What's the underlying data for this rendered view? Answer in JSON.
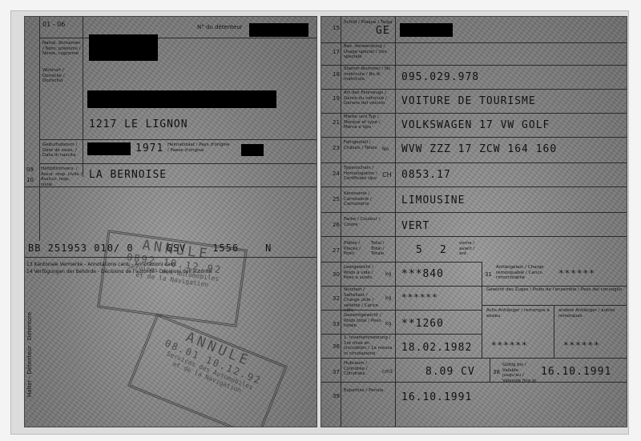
{
  "left": {
    "code": "01 - 06",
    "holder_no_label": "N° du détenteur",
    "vertical_label": "Halter - Détenteur - Detentore",
    "name_label": "Name, Vornamen / Nom, prénoms / Nome, cognome",
    "address_label": "Wohnort / Domicile / Domicilio",
    "address": "1217 LE LIGNON",
    "birth_label": "Geburtsdatum / Date de naiss. / Data di nascita",
    "birth_year": "1971",
    "origin_label": "Heimatstaat / Pays d'origine / Paese d'origine",
    "insurer_num": "09",
    "insurer_label": "Haftpflichtvers. / Assur. resp. civile / Assicur. resp. civile",
    "insurer_num2": "10",
    "insurer": "LA BERNOISE",
    "plate_line": "BB 251953 010/ 0     GSV    1556    N",
    "remarks13": "13 Kantonale Vermerke - Annotations cant. - Annotazioni cant.",
    "remarks14": "14 Verfügungen der Behörde - Décisions de l'autorité - Decisioni dell'autorità",
    "stamp1": {
      "title": "ANNULE",
      "date": "0892 10.12.92",
      "line1": "Services des Automobiles",
      "line2": "et de la Navigation"
    },
    "stamp2": {
      "title": "ANNULE",
      "date": "08.01 10.12.92",
      "line1": "Services des Automobiles",
      "line2": "et de la Navigation"
    }
  },
  "right": {
    "row15": {
      "num": "15",
      "label": "Schild / Plaque / Targa",
      "value": "GE"
    },
    "row17": {
      "num": "17",
      "label": "Bes. Verwendung / Usage spécial / Uso speciale"
    },
    "row18": {
      "num": "18",
      "label": "Stamm-Nummer / No matricule / No di matricola",
      "value": "095.029.978"
    },
    "row19": {
      "num": "19",
      "label": "Art des Fahrzeugs / Genre du véhicule / Genere del veicolo",
      "value": "VOITURE DE TOURISME"
    },
    "row21": {
      "num": "21",
      "label": "Marke und Typ / Marque et type / Marca e tipo",
      "value": "VOLKSWAGEN 17 VW GOLF"
    },
    "row23": {
      "num": "23",
      "label": "Fahrgestell / Châssis / Telaio",
      "extra": "No",
      "value": "WVW ZZZ 17 ZCW 164 160"
    },
    "row24": {
      "num": "24",
      "label": "Typenschein / Homologation / Certificato tipo",
      "extra": "CH",
      "value": "0853.17"
    },
    "row25": {
      "num": "25",
      "label": "Karosserie / Carrosserie / Carrozzeria",
      "value": "LIMOUSINE"
    },
    "row26": {
      "num": "26",
      "label": "Farbe / Couleur / Colore",
      "value": "VERT"
    },
    "row27": {
      "num": "27",
      "label": "Plätze / Places / Posti",
      "sub1": "Total / Total / Totale",
      "sub2": "vorne / avant / ant.",
      "total": "5",
      "front": "2"
    },
    "row30": {
      "num": "30",
      "label": "Leergewicht / Poids à vide / Peso a vuoto",
      "unit": "kg",
      "value": "***840"
    },
    "row31": {
      "num": "31",
      "label": "Anhängelast / Charge remorquable / Carico rimorchiabile",
      "value": "******"
    },
    "row32": {
      "num": "32",
      "label": "Nutzlast / Sattellast / Charge utile / sellette / Carico utile",
      "unit": "kg",
      "value": "******"
    },
    "row33": {
      "num": "33",
      "label": "Gesamtgewicht / Poids total / Peso totale",
      "unit": "kg",
      "value": "**1260"
    },
    "row34": {
      "label": "Gewicht des Zuges / Poids de l'ensemble / Peso del convoglio",
      "sub_a": "Achs-Anhänger / remorque à essieu",
      "sub_b": "andere Anhänger / autres remorques",
      "value_a": "******",
      "value_b": "******"
    },
    "row36": {
      "num": "36",
      "label": "1. Inverkehrsetzung / 1re mise en circulation / 1a messa in circolazione",
      "value": "18.02.1982"
    },
    "row37": {
      "num": "37",
      "label": "Hubraum / Cylindrée / Cilindrata",
      "unit": "cm3",
      "value": "8.09 CV"
    },
    "row38": {
      "num": "38",
      "label": "Gültig bis / Valable jusqu'au / Valevole fino al",
      "value": "16.10.1991"
    },
    "row39": {
      "num": "39",
      "label": "Expertise / Perizia",
      "value": "16.10.1991"
    }
  }
}
